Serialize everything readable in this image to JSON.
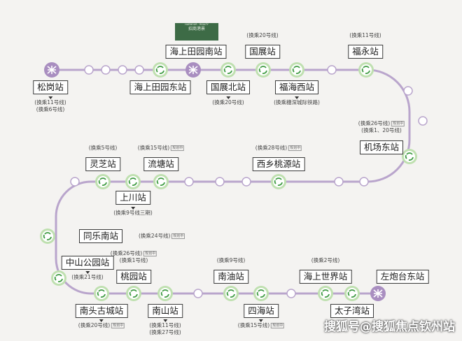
{
  "colors": {
    "line": "#b9a5cc",
    "interchange_ring": "#bfe0b0",
    "interchange_fill": "#3f9b43",
    "terminus": "#a98ec0"
  },
  "logo": {
    "en": "HARBOUR · REALTY",
    "cn": "招商港景"
  },
  "stations": [
    {
      "id": "songgang",
      "name": "松岗站",
      "kind": "terminus",
      "icon": "metro-logo-icon",
      "notes": [
        "(换乘11号线)",
        "(换乘6号线)"
      ]
    },
    {
      "id": "haishang-tianyuan-nan",
      "name": "海上田园南站",
      "kind": "terminus",
      "icon": "metro-logo-icon",
      "notes": []
    },
    {
      "id": "haishang-tianyuan-dong",
      "name": "海上田园东站",
      "kind": "interchange",
      "icon": "interchange-icon",
      "notes": []
    },
    {
      "id": "guozhan",
      "name": "国展站",
      "kind": "interchange",
      "icon": "interchange-icon",
      "notes": [
        "(换乘20号线)"
      ]
    },
    {
      "id": "guozhanbei",
      "name": "国展北站",
      "kind": "interchange",
      "icon": "interchange-icon",
      "notes": [
        "(换乘20号线)"
      ]
    },
    {
      "id": "fuhaixi",
      "name": "福海西站",
      "kind": "interchange",
      "icon": "interchange-icon",
      "notes": [
        "(换乘穗深城际铁路)"
      ]
    },
    {
      "id": "fuyong",
      "name": "福永站",
      "kind": "interchange",
      "icon": "interchange-icon",
      "notes": [
        "(换乘11号线)"
      ]
    },
    {
      "id": "jichangdong",
      "name": "机场东站",
      "kind": "interchange",
      "icon": "interchange-icon",
      "notes": [
        "(换乘26号线)",
        "(换乘1、20号线)"
      ]
    },
    {
      "id": "xixiang-taoyuan",
      "name": "西乡桃源站",
      "kind": "interchange",
      "icon": "interchange-icon",
      "notes": [
        "(换乘28号线)"
      ]
    },
    {
      "id": "liutang",
      "name": "流塘站",
      "kind": "interchange",
      "icon": "interchange-icon",
      "notes": [
        "(换乘15号线)"
      ]
    },
    {
      "id": "lingzhi",
      "name": "灵芝站",
      "kind": "interchange",
      "icon": "interchange-icon",
      "notes": [
        "(换乘5号线)"
      ]
    },
    {
      "id": "shangchuan",
      "name": "上川站",
      "kind": "interchange",
      "icon": "interchange-icon",
      "notes": [
        "(换乘9号线三期)"
      ]
    },
    {
      "id": "tongle-nan",
      "name": "同乐南站",
      "kind": "interchange",
      "icon": "interchange-icon",
      "notes": [
        "(换乘24号线)"
      ]
    },
    {
      "id": "zhongshan-gongyuan",
      "name": "中山公园站",
      "kind": "interchange",
      "icon": "interchange-icon",
      "notes": [
        "(换乘21号线)"
      ]
    },
    {
      "id": "taoyuan",
      "name": "桃园站",
      "kind": "interchange",
      "icon": "interchange-icon",
      "notes": [
        "(换乘26号线)",
        "(换乘1号线)"
      ]
    },
    {
      "id": "nantou-gucheng",
      "name": "南头古城站",
      "kind": "interchange",
      "icon": "interchange-icon",
      "notes": [
        "(换乘20号线)"
      ]
    },
    {
      "id": "nanshan",
      "name": "南山站",
      "kind": "interchange",
      "icon": "interchange-icon",
      "notes": [
        "(换乘11号线)",
        "(换乘27号线)"
      ]
    },
    {
      "id": "nanyou",
      "name": "南油站",
      "kind": "interchange",
      "icon": "interchange-icon",
      "notes": [
        "(换乘9号线)"
      ]
    },
    {
      "id": "sihai",
      "name": "四海站",
      "kind": "interchange",
      "icon": "interchange-icon",
      "notes": [
        "(换乘15号线)"
      ]
    },
    {
      "id": "haishang-shijie",
      "name": "海上世界站",
      "kind": "interchange",
      "icon": "interchange-icon",
      "notes": [
        "(换乘2号线)"
      ]
    },
    {
      "id": "taiziwan",
      "name": "太子湾站",
      "kind": "interchange",
      "icon": "interchange-icon",
      "notes": []
    },
    {
      "id": "zuopaotai-dong",
      "name": "左炮台东站",
      "kind": "terminus",
      "icon": "metro-logo-icon",
      "notes": []
    }
  ],
  "note_tag": "规划中",
  "watermark": "搜狐号@搜狐焦点钦州站"
}
